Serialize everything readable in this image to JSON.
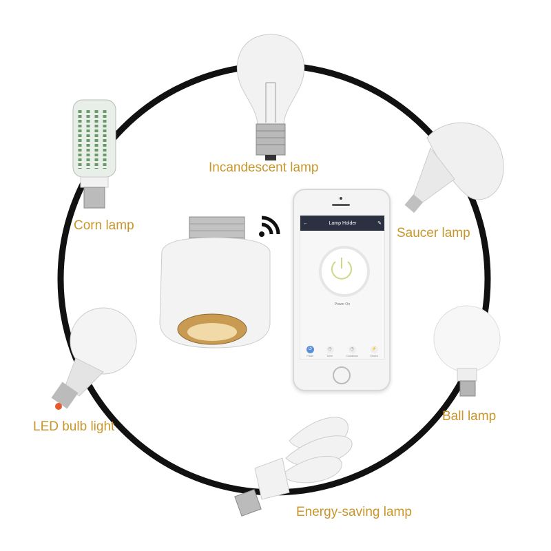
{
  "labels": {
    "incandescent": "Incandescent lamp",
    "corn": "Corn lamp",
    "saucer": "Saucer lamp",
    "led": "LED bulb light",
    "ball": "Ball lamp",
    "energy": "Energy-saving lamp"
  },
  "phone": {
    "title": "Lamp Holder",
    "back_icon": "arrow-left-icon",
    "edit_icon": "pencil-icon",
    "status": "Power On",
    "tabs": [
      {
        "label": "Power",
        "icon": "power-icon"
      },
      {
        "label": "Timer",
        "icon": "clock-icon"
      },
      {
        "label": "Countdown",
        "icon": "countdown-icon"
      },
      {
        "label": "Electric",
        "icon": "bolt-icon"
      }
    ]
  },
  "colors": {
    "label": "#c8962a",
    "ring": "#111111",
    "power_glyph": "#c8d98a"
  }
}
